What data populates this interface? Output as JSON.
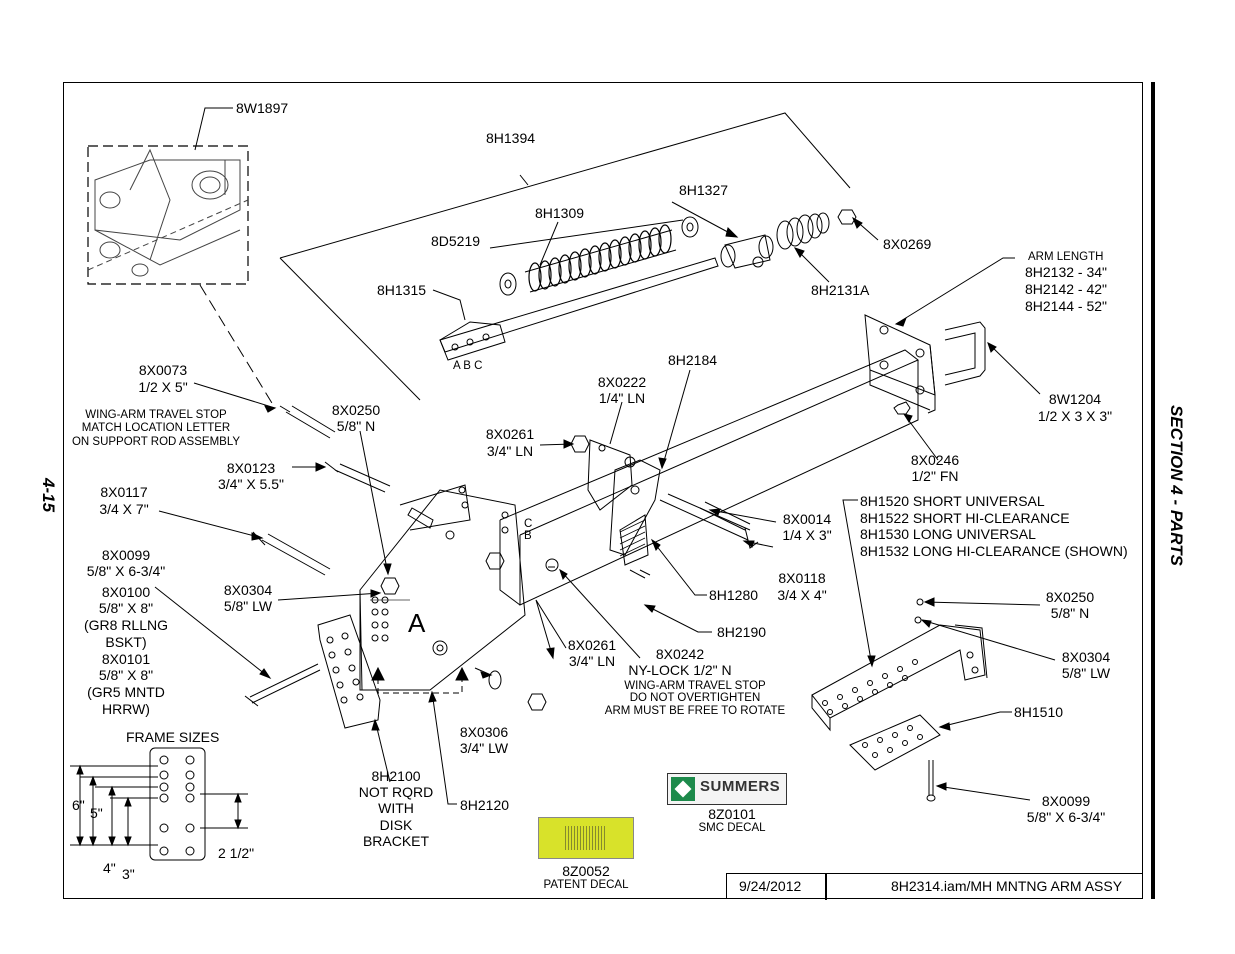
{
  "page": {
    "page_number": "4-15",
    "section_title": "SECTION 4 - PARTS"
  },
  "title_block": {
    "date": "9/24/2012",
    "drawing": "8H2314.iam/MH MNTNG ARM ASSY"
  },
  "labels": {
    "p8W1897": "8W1897",
    "p8H1394": "8H1394",
    "p8H1327": "8H1327",
    "p8H1309": "8H1309",
    "p8D5219": "8D5219",
    "p8X0269": "8X0269",
    "p8H2131A": "8H2131A",
    "p8H1315": "8H1315",
    "abc": "A  B  C",
    "arm_length_title": "ARM LENGTH",
    "arm_length_1": "8H2132 - 34\"",
    "arm_length_2": "8H2142 - 42\"",
    "arm_length_3": "8H2144 - 52\"",
    "p8W1204": "8W1204",
    "p8W1204_size": "1/2 X 3 X 3\"",
    "p8H2184": "8H2184",
    "p8X0222": "8X0222",
    "p8X0222_size": "1/4\" LN",
    "p8X0073": "8X0073",
    "p8X0073_size": "1/2 X 5\"",
    "wing_stop_1": "WING-ARM TRAVEL STOP",
    "wing_stop_2": "MATCH LOCATION LETTER",
    "wing_stop_3": "ON SUPPORT ROD ASSEMBLY",
    "p8X0250a": "8X0250",
    "p8X0250a_size": "5/8\" N",
    "p8X0261a": "8X0261",
    "p8X0261a_size": "3/4\" LN",
    "p8X0246": "8X0246",
    "p8X0246_size": "1/2\" FN",
    "p8X0123": "8X0123",
    "p8X0123_size": "3/4\" X 5.5\"",
    "p8X0117": "8X0117",
    "p8X0117_size": "3/4 X 7\"",
    "cb_c": "C",
    "cb_b": "B",
    "p8X0014": "8X0014",
    "p8X0014_size": "1/4 X 3\"",
    "universal_1": "8H1520 SHORT UNIVERSAL",
    "universal_2": "8H1522 SHORT HI-CLEARANCE",
    "universal_3": "8H1530 LONG UNIVERSAL",
    "universal_4": "8H1532 LONG HI-CLEARANCE (SHOWN)",
    "p8X0099a": "8X0099",
    "p8X0099a_size": "5/8\" X 6-3/4\"",
    "p8X0100": "8X0100",
    "p8X0100_size": "5/8\" X 8\"",
    "p8X0100_note_1": "(GR8 RLLNG",
    "p8X0100_note_2": "BSKT)",
    "p8X0101": "8X0101",
    "p8X0101_size": "5/8\" X 8\"",
    "p8X0101_note_1": "(GR5 MNTD",
    "p8X0101_note_2": "HRRW)",
    "p8X0304a": "8X0304",
    "p8X0304a_size": "5/8\" LW",
    "p8X0118": "8X0118",
    "p8X0118_size": "3/4 X 4\"",
    "p8H1280": "8H1280",
    "p8H2190": "8H2190",
    "p8X0250b": "8X0250",
    "p8X0250b_size": "5/8\" N",
    "p8X0304b": "8X0304",
    "p8X0304b_size": "5/8\" LW",
    "letter_a": "A",
    "p8X0261b": "8X0261",
    "p8X0261b_size": "3/4\" LN",
    "p8X0242": "8X0242",
    "p8X0242_size": "NY-LOCK 1/2\" N",
    "overtighten_1": "WING-ARM TRAVEL STOP",
    "overtighten_2": "DO NOT OVERTIGHTEN",
    "overtighten_3": "ARM MUST BE FREE TO ROTATE",
    "p8H1510": "8H1510",
    "frame_sizes": "FRAME SIZES",
    "p8X0306": "8X0306",
    "p8X0306_size": "3/4\" LW",
    "p8H2100": "8H2100",
    "p8H2100_note_1": "NOT RQRD",
    "p8H2100_note_2": "WITH",
    "p8H2100_note_3": "DISK",
    "p8H2100_note_4": "BRACKET",
    "p8H2120": "8H2120",
    "p8Z0101": "8Z0101",
    "p8Z0101_desc": "SMC DECAL",
    "p8X0099b": "8X0099",
    "p8X0099b_size": "5/8\" X 6-3/4\"",
    "p8Z0052": "8Z0052",
    "p8Z0052_desc": "PATENT DECAL",
    "dim_6": "6\"",
    "dim_5": "5\"",
    "dim_4": "4\"",
    "dim_3": "3\"",
    "dim_2half": "2 1/2\"",
    "summers_logo": "SUMMERS"
  }
}
